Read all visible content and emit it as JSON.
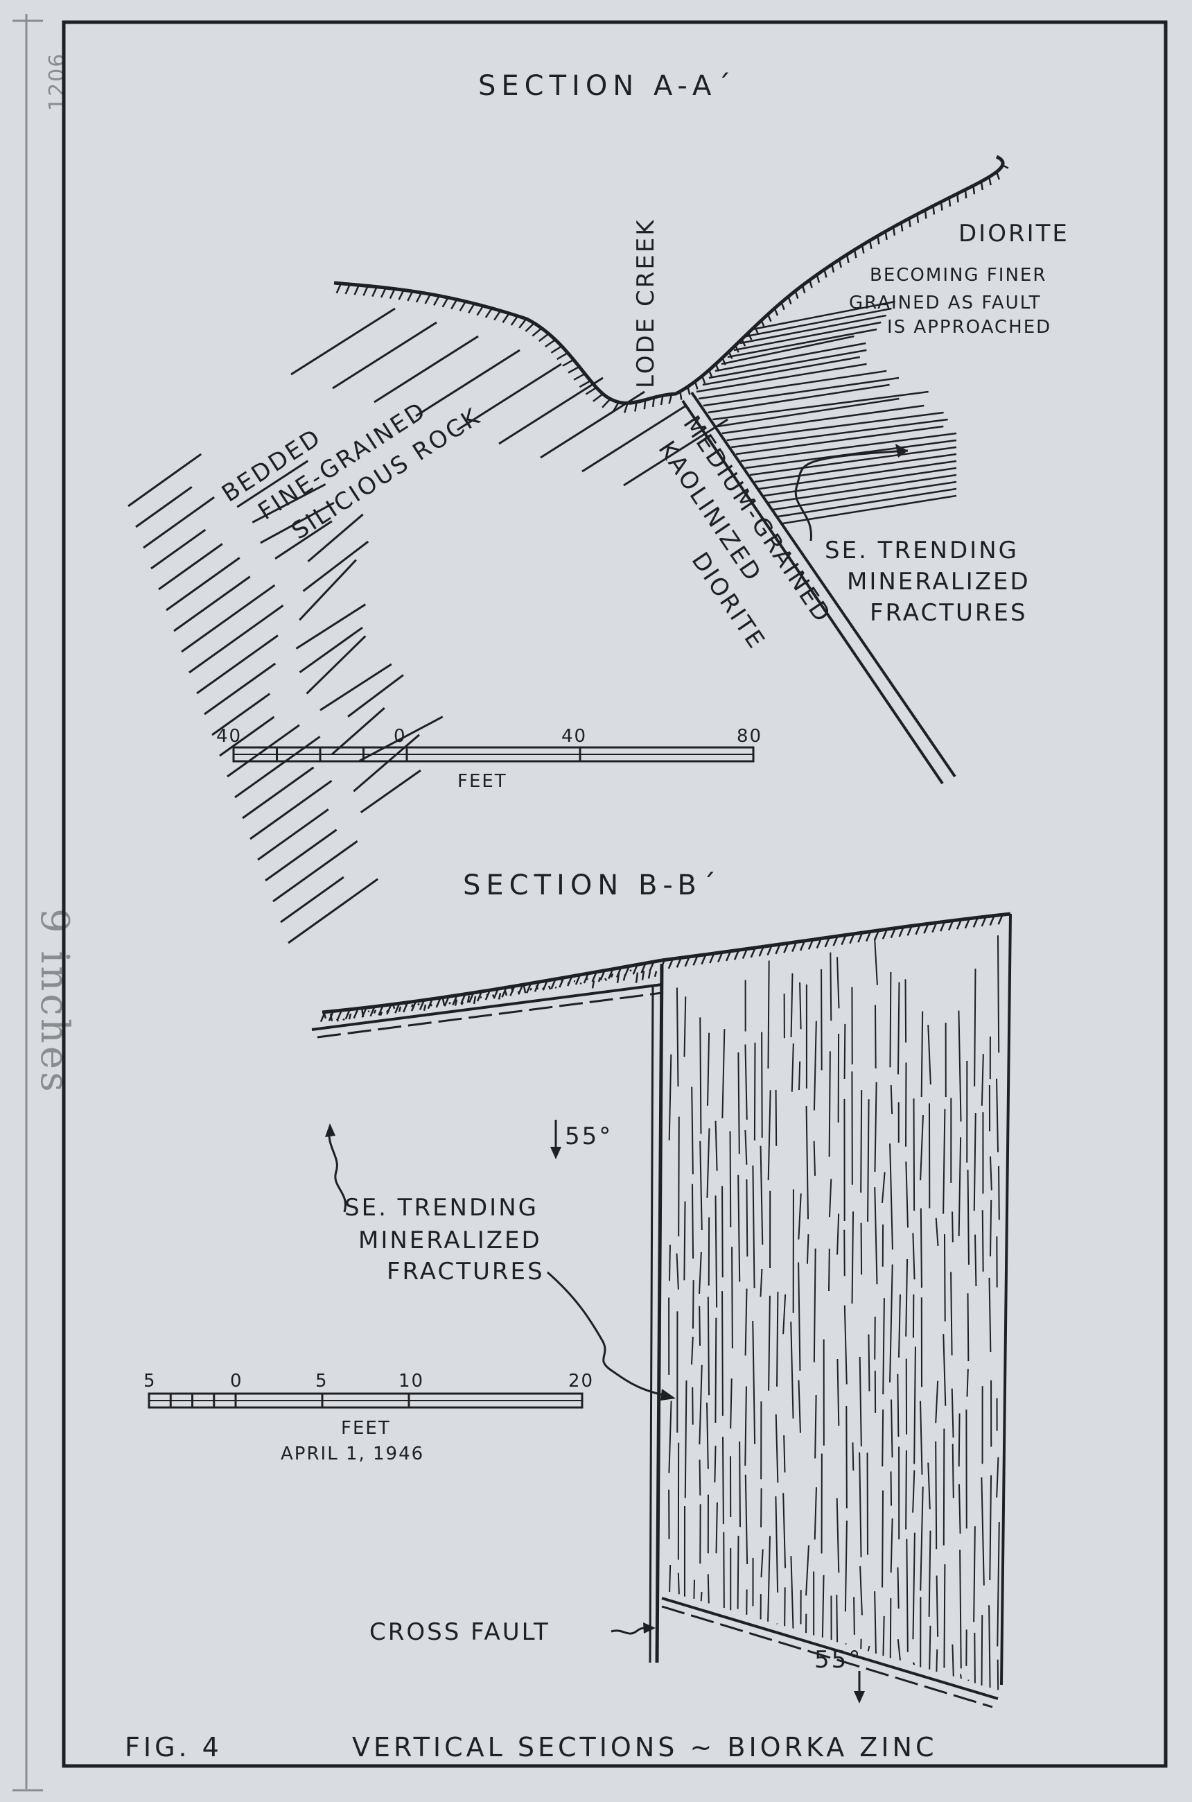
{
  "margin": {
    "stamp": "1206",
    "note": "9 inches"
  },
  "section_a": {
    "title": "SECTION A-A´",
    "creek_label": "LODE CREEK",
    "diorite_label": "DIORITE",
    "diorite_note": [
      "BECOMING FINER",
      "GRAINED AS FAULT",
      "IS APPROACHED"
    ],
    "left_rock_label": [
      "BEDDED",
      "FINE-GRAINED",
      "SILICIOUS ROCK"
    ],
    "fault_zone_label": [
      "MEDIUM-GRAINED",
      "KAOLINIZED",
      "DIORITE"
    ],
    "fractures_label": [
      "SE. TRENDING",
      "MINERALIZED",
      "FRACTURES"
    ],
    "scale": {
      "ticks": [
        "40",
        "0",
        "40",
        "80"
      ],
      "unit": "FEET"
    }
  },
  "section_b": {
    "title": "SECTION B-B´",
    "dip_upper": "55°",
    "dip_lower": "55°",
    "fractures_label": [
      "SE. TRENDING",
      "MINERALIZED",
      "FRACTURES"
    ],
    "fault_label": "CROSS FAULT",
    "scale": {
      "ticks": [
        "5",
        "0",
        "5",
        "10",
        "20"
      ],
      "unit": "FEET"
    },
    "date": "APRIL 1, 1946"
  },
  "caption": {
    "fig": "FIG. 4",
    "title": "VERTICAL SECTIONS ~ BIORKA ZINC"
  },
  "colors": {
    "paper": "#d9dce0",
    "ink": "#1e2024",
    "pencil": "#8a8d90"
  }
}
